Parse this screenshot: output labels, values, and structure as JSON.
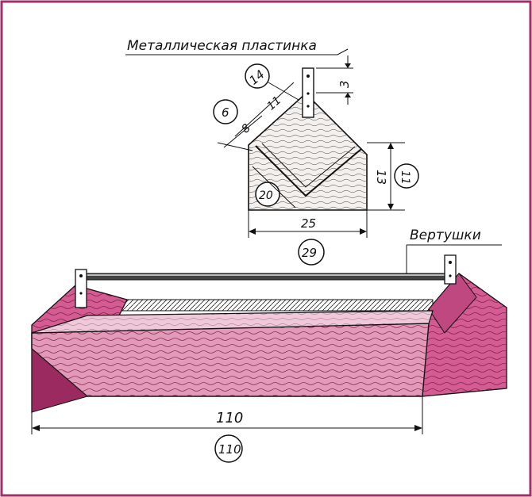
{
  "labels": {
    "metal_plate": "Металлическая пластинка",
    "turnbuckles": "Вертушки"
  },
  "dimensions": {
    "plate_length": "3",
    "plate_offset": "14",
    "slot_width": "6",
    "wall_thickness_a": "8",
    "wall_thickness_b": "11",
    "inner_depth": "20",
    "side_height": "13",
    "side_height_alt": "11",
    "inner_width": "25",
    "outer_width": "29",
    "length_upper": "110",
    "length_lower": "110"
  },
  "colors": {
    "frame": "#a0306a",
    "wood_light": "#efc9da",
    "wood_mid": "#d45c93",
    "wood_dark": "#9b2a60",
    "ink": "#111111"
  }
}
